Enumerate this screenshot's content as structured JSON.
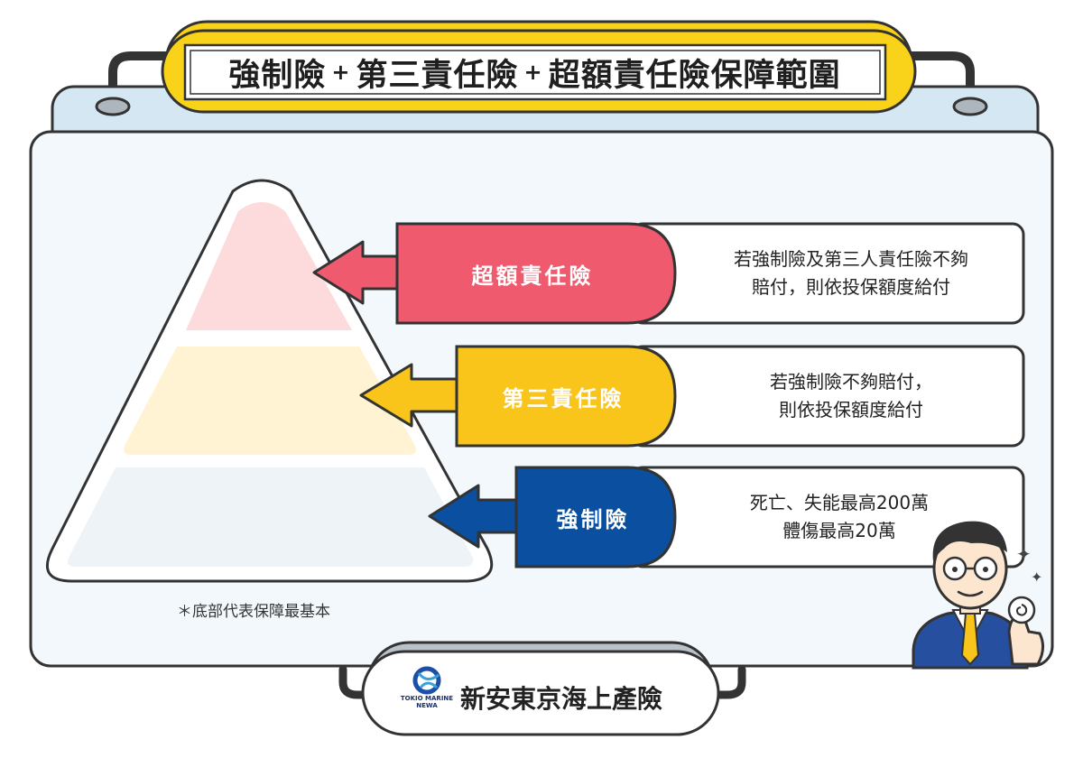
{
  "title": {
    "part1": "強制險",
    "plus1": "+",
    "part2": "第三責任險",
    "plus2": "+",
    "part3": "超額責任險保障範圍"
  },
  "tiers": [
    {
      "label": "超額責任險",
      "desc_line1": "若強制險及第三人責任險不夠",
      "desc_line2": "賠付，則依投保額度給付",
      "color": "#ef5a6f",
      "text_color": "#ffffff"
    },
    {
      "label": "第三責任險",
      "desc_line1": "若強制險不夠賠付，",
      "desc_line2": "則依投保額度給付",
      "color": "#f9c51a",
      "text_color": "#ffffff"
    },
    {
      "label": "強制險",
      "desc_line1": "死亡、失能最高200萬",
      "desc_line2": "體傷最高20萬",
      "color": "#0a4fa0",
      "text_color": "#ffffff"
    }
  ],
  "footnote": "＊底部代表保障最基本",
  "brand": {
    "name": "新安東京海上產險",
    "sub_line1": "TOKIO MARINE",
    "sub_line2": "NEWA"
  },
  "colors": {
    "panel_bg": "#f3f8fc",
    "panel_top": "#d4e7f3",
    "outline": "#333333",
    "title_bg": "#f9d21a"
  },
  "icons": [
    "tokio-marine-logo-icon",
    "businessman-thumbs-up-icon",
    "sparkle-icon"
  ]
}
